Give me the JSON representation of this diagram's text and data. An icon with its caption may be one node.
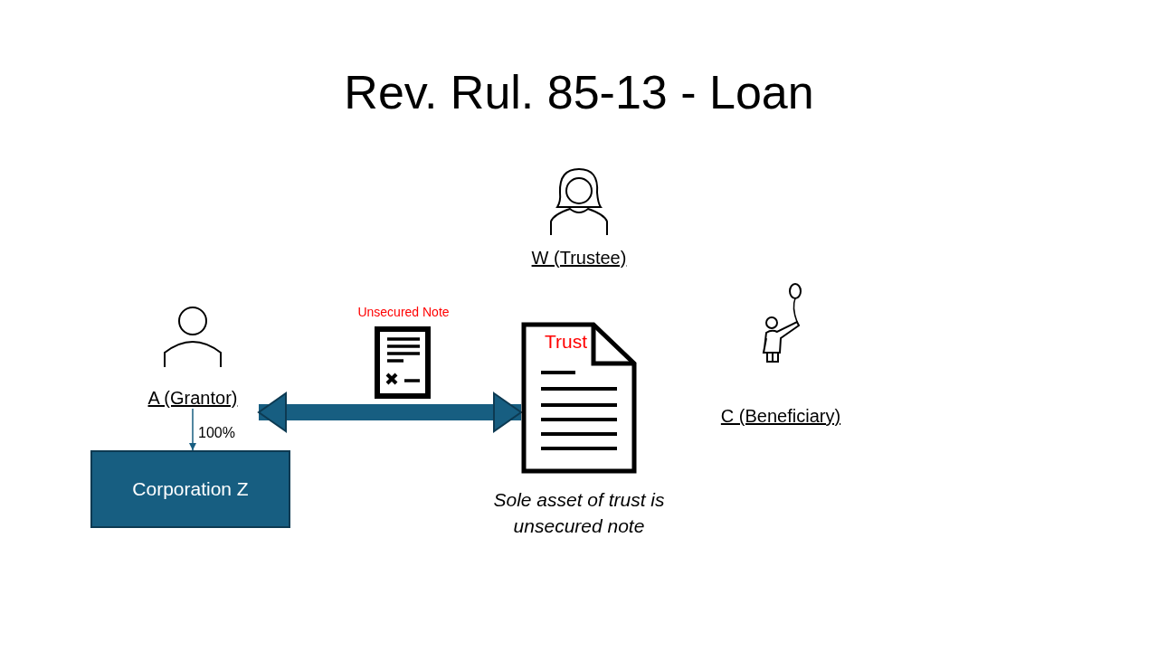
{
  "diagram": {
    "title": "Rev. Rul. 85-13 - Loan",
    "nodes": [
      {
        "text": [
          "A (Grantor)"
        ]
      },
      {
        "text": [
          "Corporation Z"
        ]
      },
      {
        "text": [
          "Trust"
        ],
        "beside": [
          "Sole asset of trust is unsecured note"
        ]
      },
      {
        "text": [
          "W (Trustee)"
        ]
      },
      {
        "text": [
          "C (Beneficiary)"
        ]
      }
    ],
    "edges": [
      {
        "from": 0,
        "to": 1,
        "arrow": "to",
        "label": "100%"
      },
      {
        "from": 0,
        "to": 2,
        "arrow": "both",
        "style": "thick"
      }
    ],
    "labels": [
      "Unsecured Note"
    ]
  }
}
